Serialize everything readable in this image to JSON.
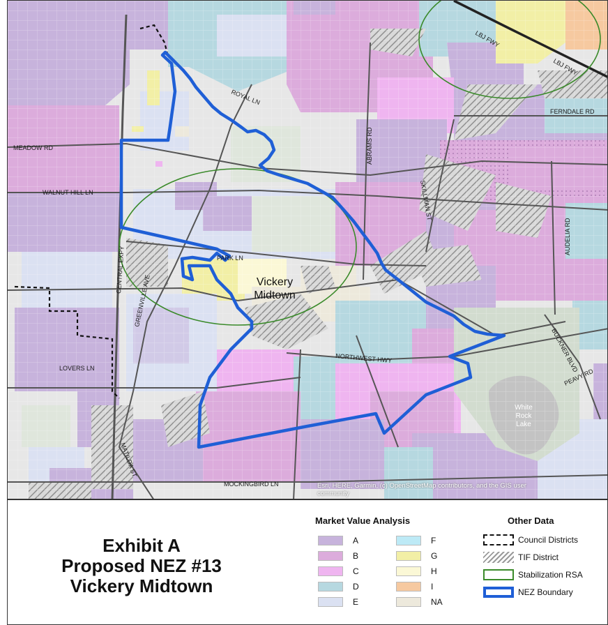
{
  "map": {
    "area_label_line1": "Vickery",
    "area_label_line2": "Midtown",
    "streets": {
      "royal_ln": "ROYAL LN",
      "meadow_rd": "MEADOW RD",
      "walnut_hill_ln": "WALNUT HILL LN",
      "park_ln": "PARK LN",
      "abrams_rd": "ABRAMS RD",
      "skillman_st": "SKILLMAN ST",
      "audelia_rd": "AUDELIA RD",
      "ferndale_rd": "FERNDALE RD",
      "lbj_fwy_1": "LBJ FWY",
      "lbj_fwy_2": "LBJ FWY",
      "central_expy": "CENTRAL EXPY",
      "greenville_ave": "GREENVILLE AVE",
      "northwest_hwy": "NORTHWEST HWY",
      "lovers_ln": "LOVERS LN",
      "buckner_blvd": "BUCKNER BLVD",
      "peavy_rd": "PEAVY RD",
      "matilda_st": "MATILDA ST",
      "mockingbird_ln": "MOCKINGBIRD LN"
    },
    "lake_line1": "White",
    "lake_line2": "Rock",
    "lake_line3": "Lake",
    "attribution_line1": "Esri, HERE, Garmin, (c) OpenStreetMap contributors, and the GIS user",
    "attribution_line2": "community"
  },
  "legend": {
    "title_line1": "Exhibit A",
    "title_line2": "Proposed NEZ #13",
    "title_line3": "Vickery Midtown",
    "mva_heading": "Market Value Analysis",
    "other_heading": "Other Data",
    "mva_items": [
      {
        "label": "A",
        "color": "#c7b3dc"
      },
      {
        "label": "B",
        "color": "#dcacdc"
      },
      {
        "label": "C",
        "color": "#efb5f0"
      },
      {
        "label": "D",
        "color": "#b6d8e0"
      },
      {
        "label": "E",
        "color": "#dbe1f2"
      },
      {
        "label": "F",
        "color": "#bdeaf6"
      },
      {
        "label": "G",
        "color": "#f2efa6"
      },
      {
        "label": "H",
        "color": "#fbf8d6"
      },
      {
        "label": "I",
        "color": "#f6c9a0"
      },
      {
        "label": "NA",
        "color": "#ede9dc"
      }
    ],
    "other_items": [
      {
        "label": "Council Districts",
        "icon": "dashed-outline"
      },
      {
        "label": "TIF District",
        "icon": "hatched-fill"
      },
      {
        "label": "Stabilization RSA",
        "icon": "green-outline"
      },
      {
        "label": "NEZ Boundary",
        "icon": "blue-thick-outline"
      }
    ],
    "colors": {
      "nez_boundary": "#1f5fd6",
      "stabilization_rsa": "#3a8a2a",
      "council_districts": "#111111"
    }
  }
}
